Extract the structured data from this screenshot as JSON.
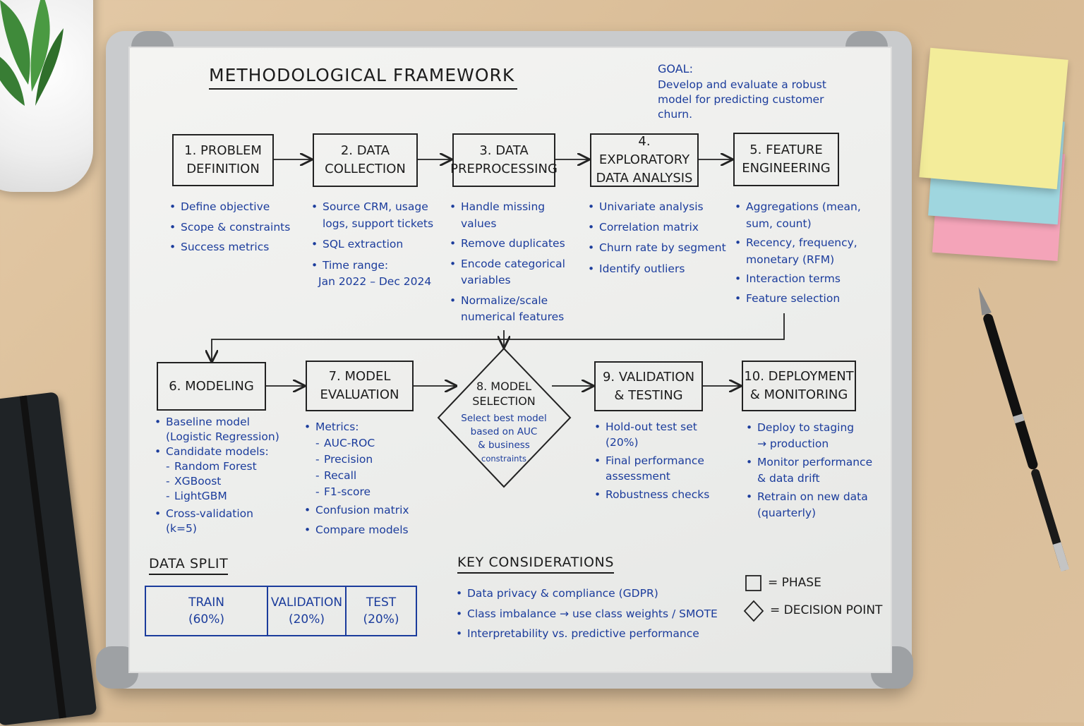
{
  "title": "METHODOLOGICAL FRAMEWORK",
  "goal": {
    "label": "GOAL:",
    "text": "Develop and evaluate a robust model for predicting customer churn."
  },
  "phases": [
    {
      "label": "1. PROBLEM\nDEFINITION",
      "bullets": [
        "Define objective",
        "Scope & constraints",
        "Success metrics"
      ]
    },
    {
      "label": "2. DATA\nCOLLECTION",
      "bullets": [
        "Source CRM, usage",
        "logs, support tickets",
        "SQL extraction",
        "Time range:",
        "Jan 2022 – Dec 2024"
      ]
    },
    {
      "label": "3. DATA\nPREPROCESSING",
      "bullets": [
        "Handle missing",
        "values",
        "Remove duplicates",
        "Encode categorical",
        "variables",
        "Normalize/scale",
        "numerical features"
      ]
    },
    {
      "label": "4. EXPLORATORY\nDATA ANALYSIS",
      "bullets": [
        "Univariate analysis",
        "Correlation matrix",
        "Churn rate by segment",
        "Identify outliers"
      ]
    },
    {
      "label": "5. FEATURE\nENGINEERING",
      "bullets": [
        "Aggregations (mean,",
        "sum, count)",
        "Recency, frequency,",
        "monetary (RFM)",
        "Interaction terms",
        "Feature selection"
      ]
    },
    {
      "label": "6. MODELING",
      "bullets": [
        "Baseline model",
        "(Logistic Regression)",
        "Candidate models:",
        "Random Forest",
        "XGBoost",
        "LightGBM",
        "Cross-validation",
        "(k=5)"
      ]
    },
    {
      "label": "7. MODEL\nEVALUATION",
      "bullets": [
        "Metrics:",
        "AUC-ROC",
        "Precision",
        "Recall",
        "F1-score",
        "Confusion matrix",
        "Compare models"
      ]
    },
    {
      "label": "9. VALIDATION\n& TESTING",
      "bullets": [
        "Hold-out test set",
        "(20%)",
        "Final performance",
        "assessment",
        "Robustness checks"
      ]
    },
    {
      "label": "10. DEPLOYMENT\n& MONITORING",
      "bullets": [
        "Deploy to staging",
        "→ production",
        "Monitor performance",
        "& data drift",
        "Retrain on new data",
        "(quarterly)"
      ]
    }
  ],
  "decision": {
    "title_line1": "8. MODEL",
    "title_line2": "SELECTION",
    "text_lines": [
      "Select best model",
      "based on AUC",
      "& business",
      "constraints"
    ]
  },
  "data_split": {
    "heading": "DATA SPLIT",
    "cells": [
      {
        "name": "TRAIN",
        "pct": "(60%)",
        "fraction": 0.6
      },
      {
        "name": "VALIDATION",
        "pct": "(20%)",
        "fraction": 0.2
      },
      {
        "name": "TEST",
        "pct": "(20%)",
        "fraction": 0.2
      }
    ]
  },
  "key_considerations": {
    "heading": "KEY CONSIDERATIONS",
    "items": [
      "Data privacy & compliance (GDPR)",
      "Class imbalance → use class weights / SMOTE",
      "Interpretability vs. predictive performance"
    ]
  },
  "legend": {
    "phase": "= PHASE",
    "decision": "= DECISION POINT"
  },
  "colors": {
    "ink_black": "#1c1c1c",
    "ink_blue": "#1b3c9c",
    "sticky_yellow": "#f3ec9a",
    "sticky_blue": "#9fd6df",
    "sticky_pink": "#f4a4b9"
  },
  "icons": [
    "plant-icon",
    "notebook-icon",
    "pen-icon",
    "sticky-notes-icon"
  ]
}
